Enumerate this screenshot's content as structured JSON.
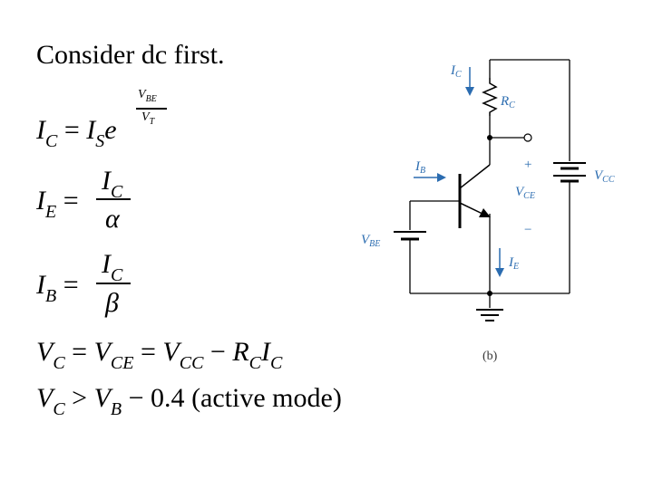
{
  "slide": {
    "title": "Consider dc first."
  },
  "equations": {
    "eq1": {
      "lhs": "I",
      "lhs_sub": "C",
      "eq": "=",
      "base": "I",
      "base_sub": "S",
      "e": "e",
      "exp_num": "V",
      "exp_num_sub": "BE",
      "exp_den": "V",
      "exp_den_sub": "T"
    },
    "eq2": {
      "lhs": "I",
      "lhs_sub": "E",
      "eq": "=",
      "num": "I",
      "num_sub": "C",
      "den": "α"
    },
    "eq3": {
      "lhs": "I",
      "lhs_sub": "B",
      "eq": "=",
      "num": "I",
      "num_sub": "C",
      "den": "β"
    },
    "eq4": {
      "v1": "V",
      "v1_sub": "C",
      "eq1": "=",
      "v2": "V",
      "v2_sub": "CE",
      "eq2": "=",
      "v3": "V",
      "v3_sub": "CC",
      "minus": "−",
      "r": "R",
      "r_sub": "C",
      "i": "I",
      "i_sub": "C"
    },
    "eq5": {
      "v1": "V",
      "v1_sub": "C",
      "gt": ">",
      "v2": "V",
      "v2_sub": "B",
      "rest": "− 0.4",
      "mode": "(active mode)"
    }
  },
  "circuit": {
    "caption": "(b)",
    "labels": {
      "ic": "I",
      "ic_sub": "C",
      "rc": "R",
      "rc_sub": "C",
      "ib": "I",
      "ib_sub": "B",
      "plus": "+",
      "vce": "V",
      "vce_sub": "CE",
      "minus": "−",
      "vcc": "V",
      "vcc_sub": "CC",
      "vbe": "V",
      "vbe_sub": "BE",
      "ie": "I",
      "ie_sub": "E"
    },
    "colors": {
      "wire": "#000000",
      "label": "#2b6cb0",
      "arrow": "#2b6cb0",
      "frame": "#8a8a8a"
    }
  }
}
